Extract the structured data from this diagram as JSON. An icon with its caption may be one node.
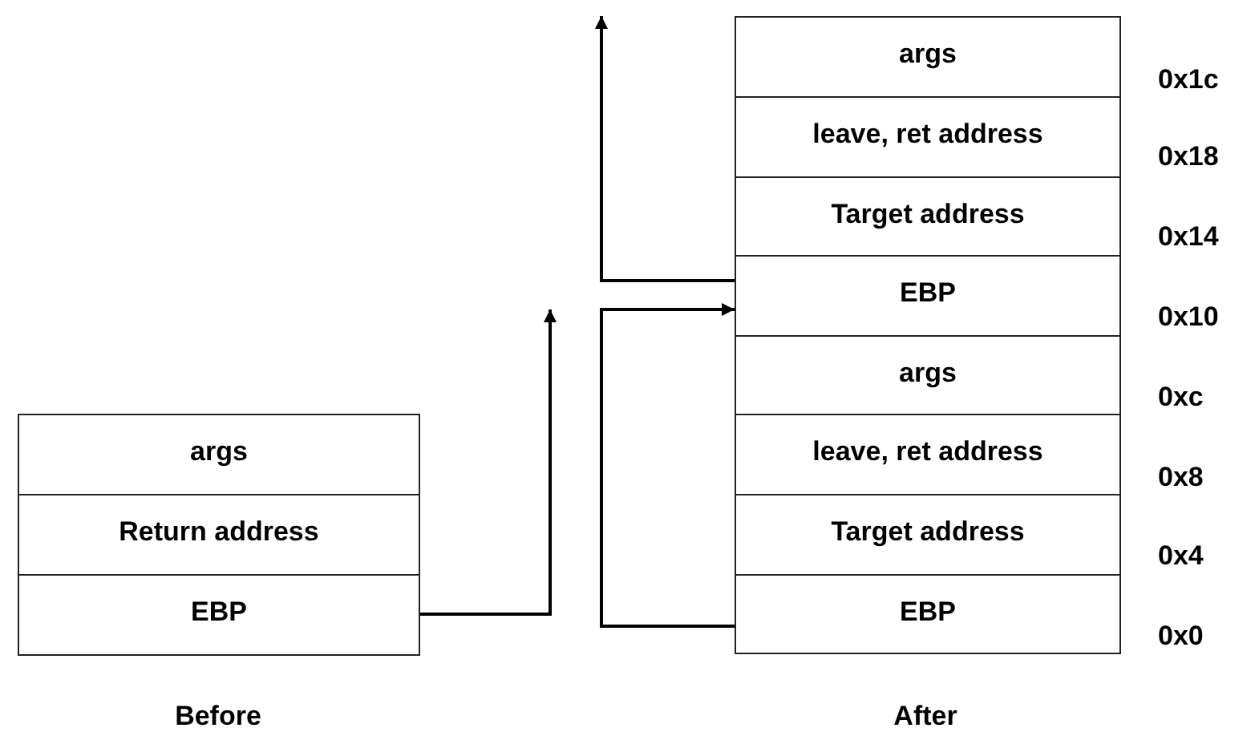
{
  "diagram": {
    "nodes": [
      {
        "text": [
          "args"
        ]
      },
      {
        "text": [
          "Return address"
        ]
      },
      {
        "text": [
          "EBP"
        ]
      },
      {
        "text": [
          "args"
        ]
      },
      {
        "text": [
          "leave, ret address"
        ]
      },
      {
        "text": [
          "Target address"
        ]
      },
      {
        "text": [
          "EBP"
        ]
      },
      {
        "text": [
          "args"
        ]
      },
      {
        "text": [
          "leave, ret address"
        ]
      },
      {
        "text": [
          "Target address"
        ]
      },
      {
        "text": [
          "EBP"
        ]
      }
    ],
    "edges": [
      {
        "from": 2,
        "to": null,
        "arrow": "to"
      },
      {
        "from": 6,
        "to": null,
        "arrow": "to"
      },
      {
        "from": 10,
        "to": 6,
        "arrow": "to"
      }
    ],
    "labels": [
      "0x1c",
      "0x18",
      "0x14",
      "0x10",
      "0xc",
      "0x8",
      "0x4",
      "0x0",
      "Before",
      "After"
    ]
  }
}
